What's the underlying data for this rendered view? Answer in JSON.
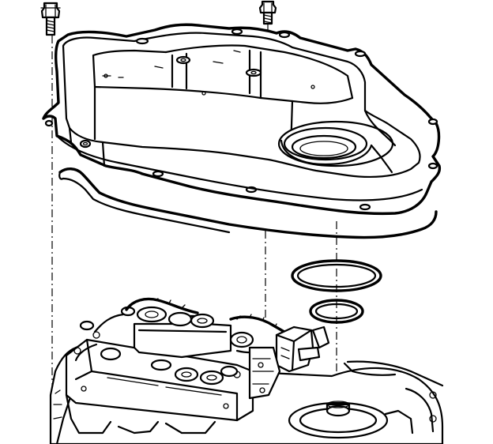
{
  "diagram": {
    "kind": "line-art exploded view",
    "parts": [
      "bolt",
      "bolt",
      "side-cover",
      "side-cover-gasket",
      "large-o-ring-seal",
      "small-o-ring-seal",
      "control-valve-body-assembly",
      "transaxle-case"
    ],
    "colors": {
      "line": "#000000",
      "background": "#ffffff"
    }
  }
}
